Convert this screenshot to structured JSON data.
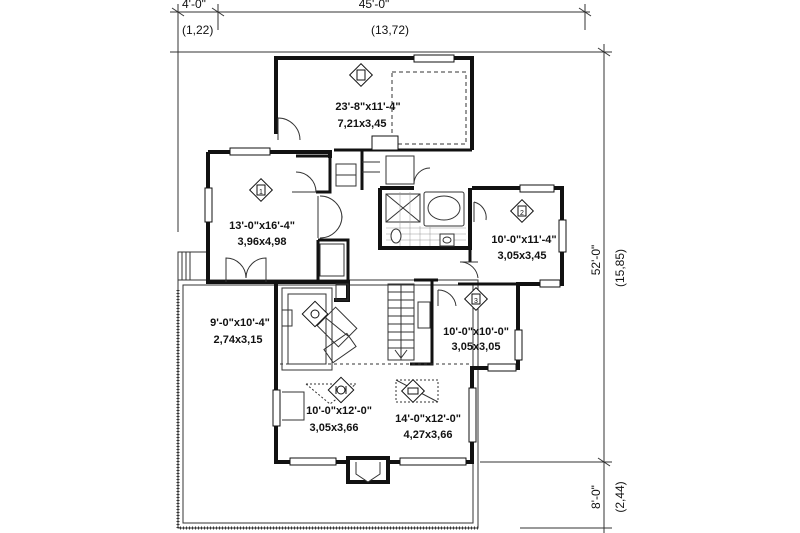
{
  "dimensions": {
    "top_small_imperial": "4'-0\"",
    "top_small_metric": "(1,22)",
    "top_main_imperial": "45'-0\"",
    "top_main_metric": "(13,72)",
    "right_main_imperial": "52'-0\"",
    "right_main_metric": "(15,85)",
    "right_small_imperial": "8'-0\"",
    "right_small_metric": "(2,44)"
  },
  "rooms": [
    {
      "label_imperial": "23'-8\"x11'-4\"",
      "label_metric": "7,21x3,45",
      "icon": "garage-car-icon"
    },
    {
      "label_imperial": "13'-0\"x16'-4\"",
      "label_metric": "3,96x4,98",
      "icon": "bedroom-1-icon",
      "icon_text": "1"
    },
    {
      "label_imperial": "10'-0\"x11'-4\"",
      "label_metric": "3,05x3,45",
      "icon": "bedroom-2-icon",
      "icon_text": "2"
    },
    {
      "label_imperial": "10'-0\"x10'-0\"",
      "label_metric": "3,05x3,05",
      "icon": "bedroom-3-icon",
      "icon_text": "3"
    },
    {
      "label_imperial": "9'-0\"x10'-4\"",
      "label_metric": "2,74x3,15",
      "icon": "kitchen-icon"
    },
    {
      "label_imperial": "10'-0\"x12'-0\"",
      "label_metric": "3,05x3,66",
      "icon": "dining-icon"
    },
    {
      "label_imperial": "14'-0\"x12'-0\"",
      "label_metric": "4,27x3,66",
      "icon": "living-room-icon"
    }
  ],
  "colors": {
    "wall": "#111111",
    "line": "#333333",
    "background": "#ffffff"
  }
}
